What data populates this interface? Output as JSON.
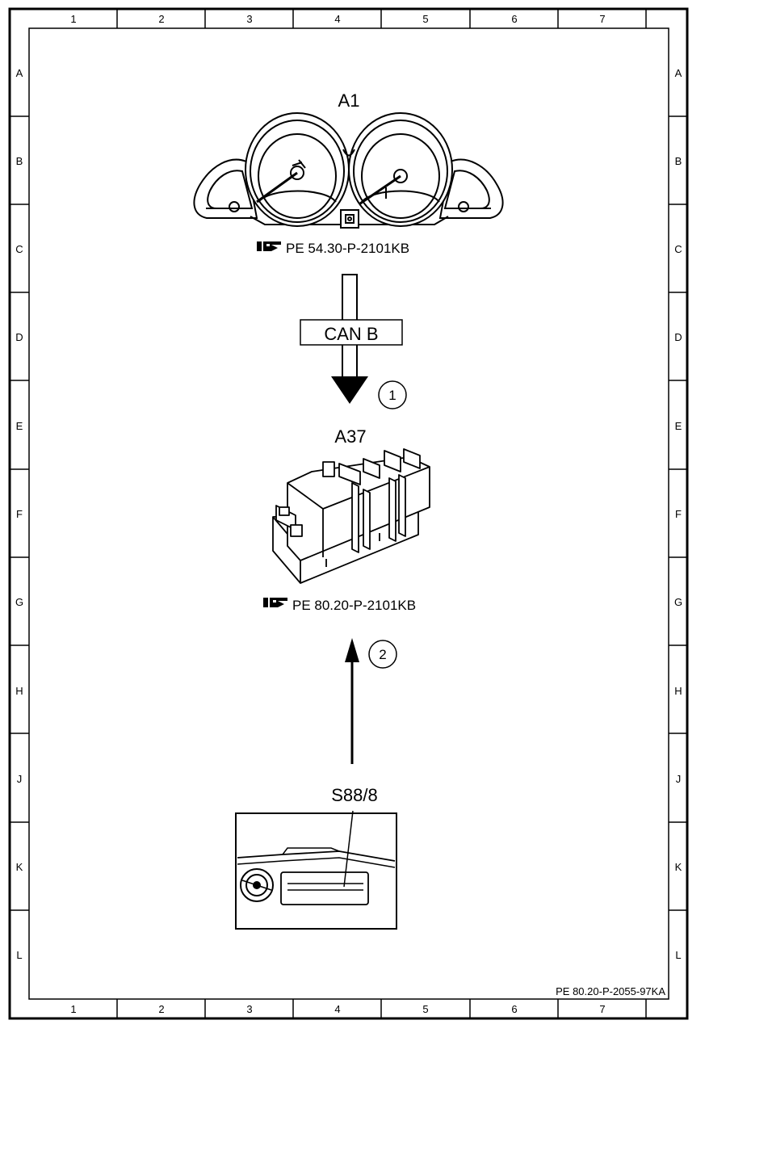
{
  "frame": {
    "columns": [
      "1",
      "2",
      "3",
      "4",
      "5",
      "6",
      "7"
    ],
    "rows": [
      "A",
      "B",
      "C",
      "D",
      "E",
      "F",
      "G",
      "H",
      "J",
      "K",
      "L"
    ],
    "footer_ref": "PE 80.20-P-2055-97KA"
  },
  "components": {
    "a1": {
      "label": "A1",
      "ref": "PE 54.30-P-2101KB"
    },
    "a37": {
      "label": "A37",
      "ref": "PE 80.20-P-2101KB"
    },
    "s88": {
      "label": "S88/8"
    }
  },
  "connections": {
    "can_b": "CAN B",
    "signal_1": "1",
    "signal_2": "2"
  }
}
